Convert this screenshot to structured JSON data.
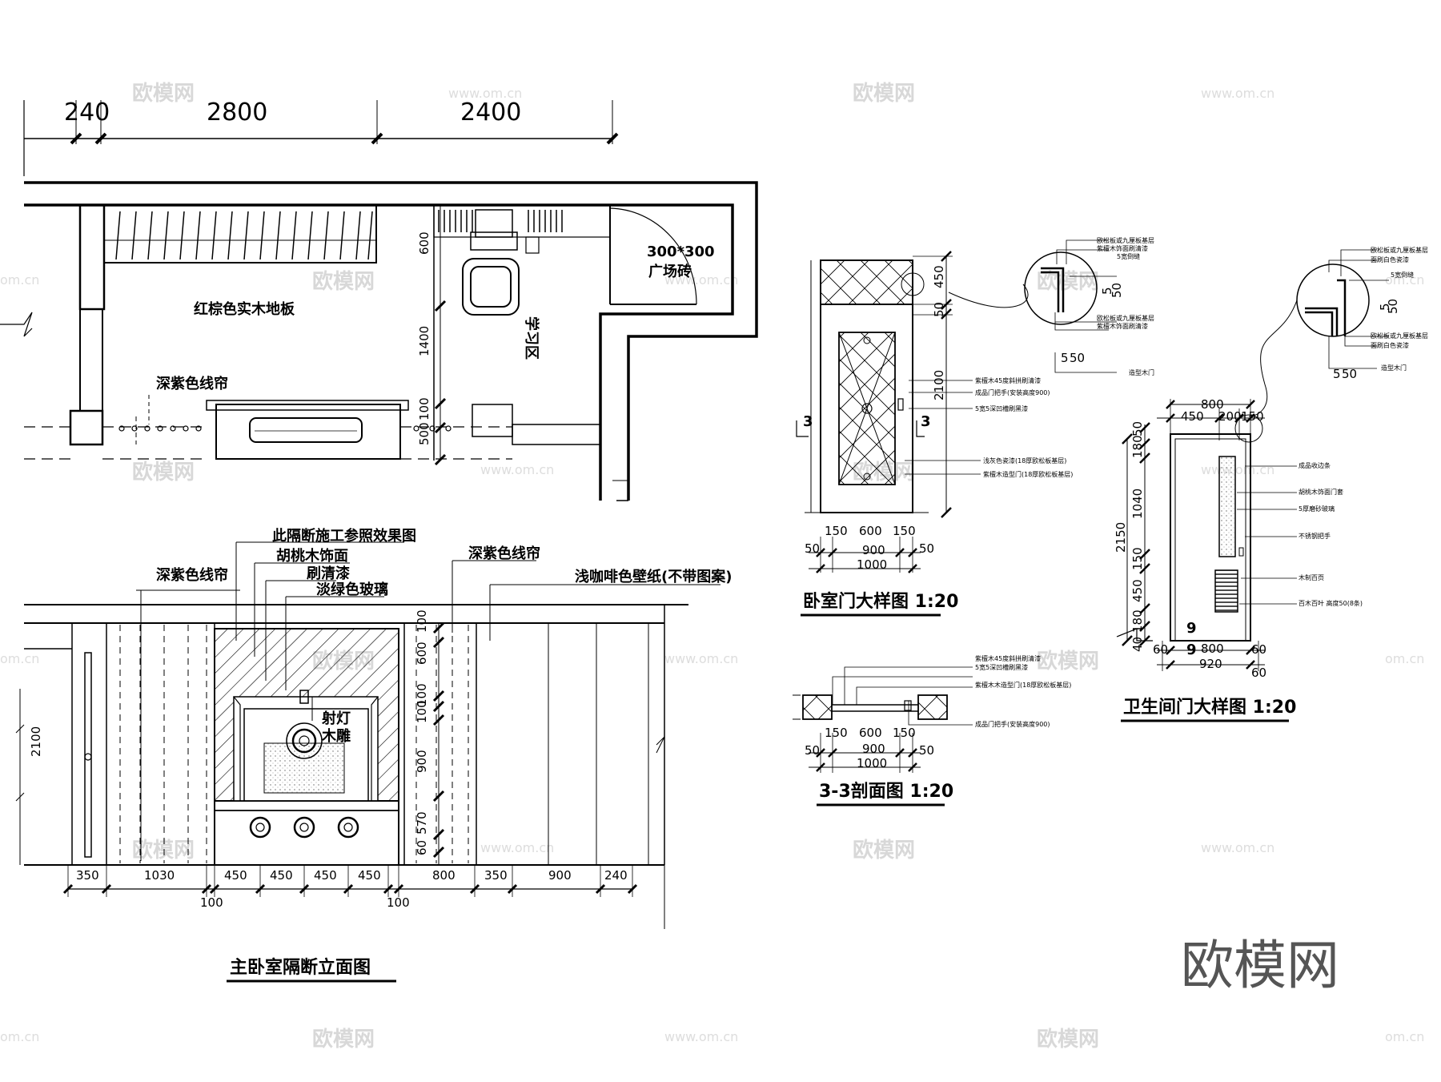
{
  "plan": {
    "dims_top": [
      "240",
      "2800",
      "2400"
    ],
    "dims_side": [
      "600",
      "1400",
      "100",
      "500"
    ],
    "label_floor": "红棕色实木地板",
    "label_tile_size": "300*300",
    "label_tile": "广场砖",
    "label_curtain": "深紫色线帘",
    "label_study": "学习区"
  },
  "elevation": {
    "title": "主卧室隔断立面图",
    "callouts": [
      "此隔断施工参照效果图",
      "胡桃木饰面",
      "刷清漆",
      "淡绿色玻璃",
      "深紫色线帘",
      "深紫色线帘",
      "浅咖啡色壁纸(不带图案)",
      "射灯",
      "木雕"
    ],
    "dims_bottom": [
      "350",
      "1030",
      "450",
      "450",
      "450",
      "450",
      "800",
      "350",
      "900",
      "240"
    ],
    "dims_bottom2": [
      "100",
      "100"
    ],
    "dims_right": [
      "100",
      "600",
      "100",
      "100",
      "900",
      "570",
      "60"
    ],
    "dim_left": "2100"
  },
  "bedroom_door": {
    "title": "卧室门大样图 1:20",
    "section_mark": "3",
    "dims_right": [
      "450",
      "50",
      "2100"
    ],
    "dims_bottom": [
      "50",
      "150",
      "600",
      "150",
      "50",
      "900",
      "1000"
    ],
    "notes": [
      "紫檀木45度斜拼刷清漆",
      "成品门把手(安装高度900)",
      "5宽5深凹槽刷黑漆",
      "浅灰色瓷漆(18厚欧松板基层)",
      "紫檀木造型门(18厚欧松板基层)"
    ],
    "detail_notes": [
      "欧松板或九厘板基层",
      "紫檀木饰面刷清漆",
      "5宽倒缝",
      "欧松板或九厘板基层",
      "紫檀木饰面刷清漆",
      "造型木门"
    ],
    "detail_dims": [
      "5",
      "50",
      "5",
      "50"
    ]
  },
  "section_33": {
    "title": "3-3剖面图 1:20",
    "dims_bottom": [
      "50",
      "150",
      "600",
      "150",
      "50",
      "900",
      "1000"
    ],
    "notes": [
      "紫檀木45度斜拼刷清漆",
      "5宽5深凹槽刷黑漆",
      "紫檀木木造型门(18厚欧松板基层)",
      "成品门把手(安装高度900)"
    ]
  },
  "bath_door": {
    "title": "卫生间门大样图 1:20",
    "dims_top": [
      "800",
      "450",
      "200",
      "150"
    ],
    "dims_left": [
      "50",
      "180",
      "1040",
      "150",
      "450",
      "180",
      "40"
    ],
    "dim_total": "2150",
    "dims_bottom": [
      "60",
      "800",
      "60",
      "920",
      "60"
    ],
    "mark": "9",
    "notes": [
      "成品收边条",
      "胡桃木饰面门套",
      "5厚磨砂玻璃",
      "不锈钢把手",
      "木制百页",
      "百木百叶 高度50(8条)"
    ],
    "detail_notes": [
      "欧松板或九厘板基层",
      "面刷白色瓷漆",
      "5宽倒缝",
      "欧松板或九厘板基层",
      "面刷白色瓷漆",
      "造型木门"
    ],
    "detail_dims": [
      "5",
      "50",
      "5",
      "50"
    ]
  },
  "watermark": {
    "brand": "欧模网",
    "site": "www.om.cn",
    "site_short": "om.cn"
  }
}
